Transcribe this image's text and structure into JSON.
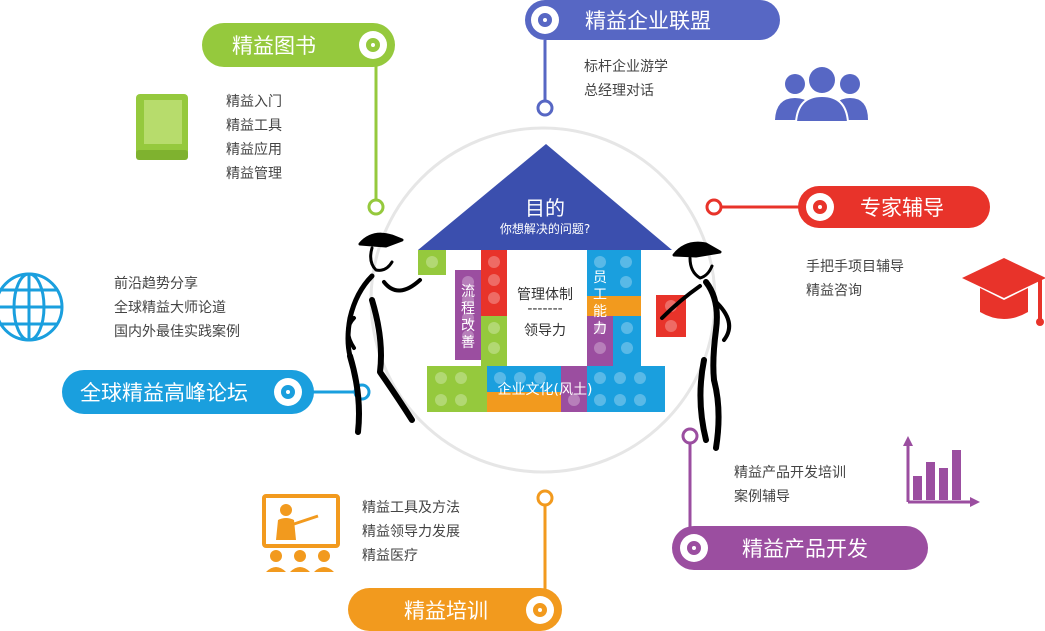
{
  "colors": {
    "green": "#95c93d",
    "blue": "#5767c4",
    "red": "#e8332a",
    "cyan": "#1a9fde",
    "purple": "#9b4ea0",
    "orange": "#f29a1e",
    "roof": "#3b4fae"
  },
  "books": {
    "title": "精益图书",
    "items": [
      "精益入门",
      "精益工具",
      "精益应用",
      "精益管理"
    ]
  },
  "alliance": {
    "title": "精益企业联盟",
    "items": [
      "标杆企业游学",
      "总经理对话"
    ]
  },
  "expert": {
    "title": "专家辅导",
    "items": [
      "手把手项目辅导",
      "精益咨询"
    ]
  },
  "forum": {
    "title": "全球精益高峰论坛",
    "items": [
      "前沿趋势分享",
      "全球精益大师论道",
      "国内外最佳实践案例"
    ]
  },
  "product": {
    "title": "精益产品开发",
    "items": [
      "精益产品开发培训",
      "案例辅导"
    ]
  },
  "training": {
    "title": "精益培训",
    "items": [
      "精益工具及方法",
      "精益领导力发展",
      "精益医疗"
    ]
  },
  "house": {
    "roof_title": "目的",
    "roof_sub": "你想解决的问题?",
    "left_pillar": "流程改善",
    "right_pillar": "员工能力",
    "mid_top": "管理体制",
    "mid_dash": "-------",
    "mid_bottom": "领导力",
    "base": "企业文化(风土)"
  }
}
